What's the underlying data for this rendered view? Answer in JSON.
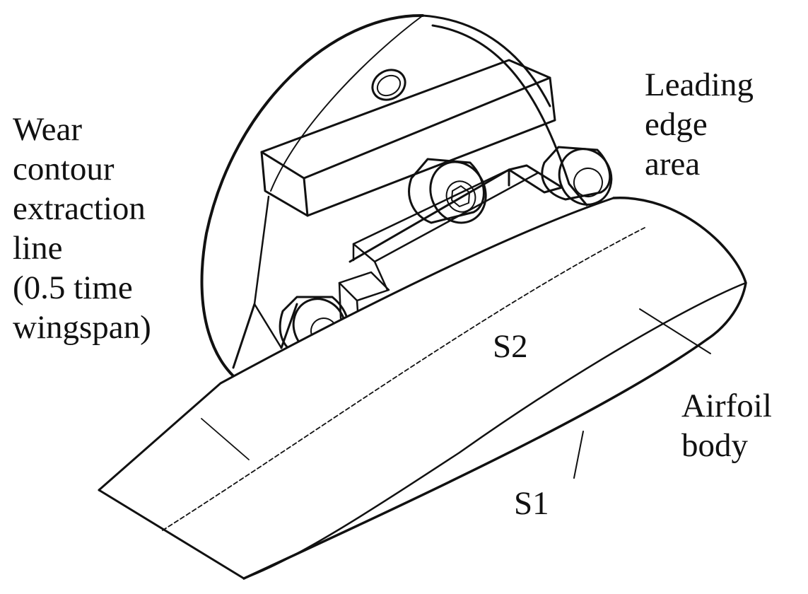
{
  "labels": {
    "leading_edge": [
      "Leading",
      "edge",
      "area"
    ],
    "wear_contour": [
      "Wear",
      "contour",
      "extraction",
      "line",
      "(0.5 time",
      "wingspan)"
    ],
    "s2": "S2",
    "airfoil_body": [
      "Airfoil",
      "body"
    ],
    "s1": "S1"
  },
  "colors": {
    "line": "#111111",
    "fill": "#ffffff"
  }
}
